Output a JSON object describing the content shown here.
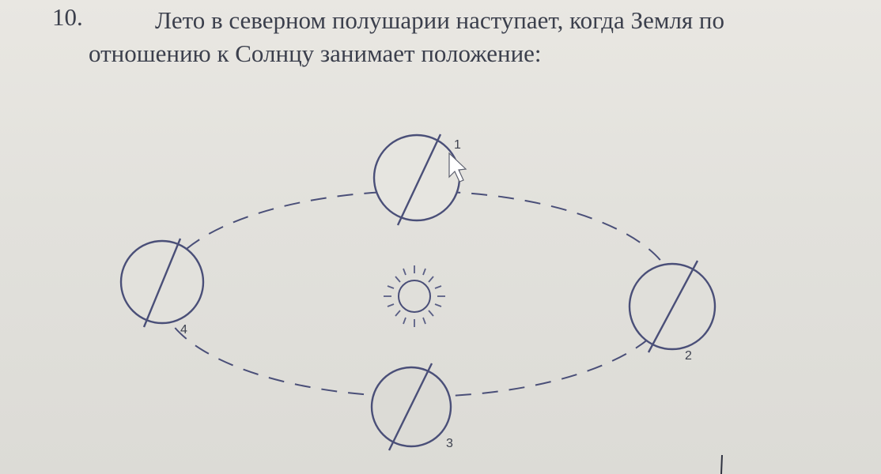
{
  "question": {
    "number": "10.",
    "line1": "Лето в северном полушарии наступает, когда Земля по",
    "line2": "отношению к Солнцу занимает положение:"
  },
  "diagram": {
    "positions": [
      {
        "label": "1"
      },
      {
        "label": "2"
      },
      {
        "label": "3"
      },
      {
        "label": "4"
      }
    ]
  }
}
